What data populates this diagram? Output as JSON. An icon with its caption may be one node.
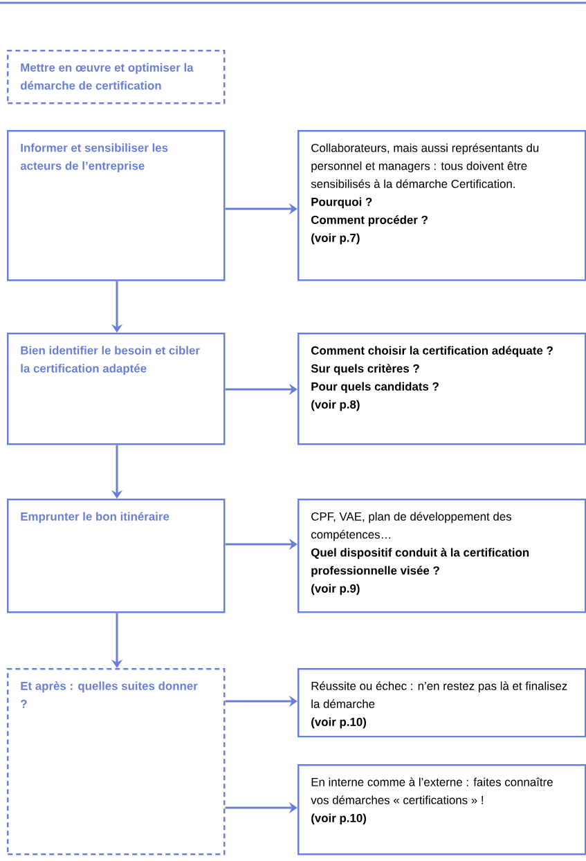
{
  "diagram": {
    "nodes": [
      {
        "text": [
          "Mettre en œuvre et optimiser la démarche de certification"
        ]
      },
      {
        "text": [
          "Informer et sensibiliser les acteurs de l’entreprise"
        ]
      },
      {
        "text": [
          "Collaborateurs, mais aussi représentants du personnel et managers : tous doivent être sensibilisés à la démarche Certification.",
          "Pourquoi ?",
          "Comment procéder ?",
          "(voir p.7)"
        ]
      },
      {
        "text": [
          "Bien identifier le besoin et cibler la certification adaptée"
        ]
      },
      {
        "text": [
          "Comment choisir la certification adéquate ?",
          "Sur quels critères ?",
          "Pour quels candidats ?",
          "(voir p.8)"
        ]
      },
      {
        "text": [
          "Emprunter le bon itinéraire"
        ]
      },
      {
        "text": [
          "CPF, VAE, plan de développement des compétences…",
          "Quel dispositif conduit à la certification professionnelle visée ?",
          "(voir p.9)"
        ]
      },
      {
        "text": [
          "Et après : quelles suites donner ?"
        ]
      },
      {
        "text": [
          "Réussite ou échec : n’en restez pas là et finalisez la démarche",
          "(voir p.10)"
        ]
      },
      {
        "text": [
          "En interne comme à l’externe : faites connaître vos démarches « certifications » !",
          "(voir p.10)"
        ]
      }
    ],
    "edges": [
      {
        "from": 1,
        "to": 2,
        "arrow": "to"
      },
      {
        "from": 1,
        "to": 3,
        "arrow": "to"
      },
      {
        "from": 3,
        "to": 4,
        "arrow": "to"
      },
      {
        "from": 3,
        "to": 5,
        "arrow": "to"
      },
      {
        "from": 5,
        "to": 6,
        "arrow": "to"
      },
      {
        "from": 5,
        "to": 7,
        "arrow": "to"
      },
      {
        "from": 7,
        "to": 8,
        "arrow": "to"
      },
      {
        "from": 7,
        "to": 9,
        "arrow": "to"
      }
    ]
  }
}
